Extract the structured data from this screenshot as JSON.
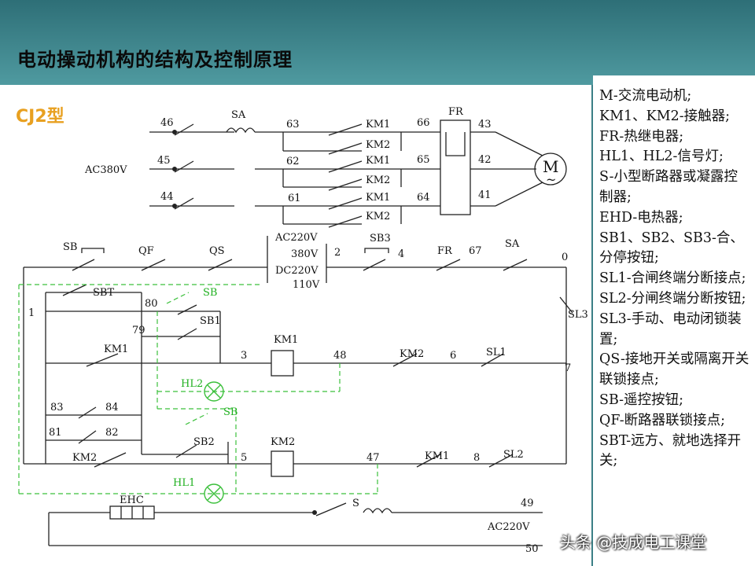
{
  "slide_title": "电动操动机构的结构及控制原理",
  "model_label": "CJ2型",
  "legend_lines": [
    "M-交流电动机;",
    "KM1、KM2-接触器;",
    "FR-热继电器;",
    "HL1、HL2-信号灯;",
    "S-小型断路器或凝露控制器;",
    "EHD-电热器;",
    "SB1、SB2、SB3-合、分停按钮;",
    "SL1-合闸终端分断接点;",
    "SL2-分闸终端分断按钮;",
    "SL3-手动、电动闭锁装置;",
    "QS-接地开关或隔离开关联锁接点;",
    "SB-遥控按钮;",
    "QF-断路器联锁接点;",
    "SBT-远方、就地选择开关;"
  ],
  "watermark": "头条 @技成电工课堂",
  "diagram": {
    "n46": "46",
    "n45": "45",
    "n44": "44",
    "ac380": "AC380V",
    "sa_top": "SA",
    "n63": "63",
    "n62": "62",
    "n61": "61",
    "km1_a": "KM1",
    "km2_a": "KM2",
    "km1_b": "KM1",
    "km2_b": "KM2",
    "km1_c": "KM1",
    "km2_c": "KM2",
    "n66": "66",
    "n65": "65",
    "n64": "64",
    "fr_top": "FR",
    "n43": "43",
    "n42": "42",
    "n41": "41",
    "motor": "M",
    "motor_tilde": "~",
    "sb": "SB",
    "qf": "QF",
    "qs": "QS",
    "ac220": "AC220V",
    "v380": "380V",
    "dc220": "DC220V",
    "v110": "110V",
    "n2": "2",
    "sb3": "SB3",
    "n4": "4",
    "fr_mid": "FR",
    "n67": "67",
    "sa_mid": "SA",
    "n0": "0",
    "sbt": "SBT",
    "n80": "80",
    "sb_green": "SB",
    "n1": "1",
    "sb1": "SB1",
    "n79": "79",
    "sl3": "SL3",
    "km1_ctl": "KM1",
    "n3": "3",
    "km1_coil": "KM1",
    "n48": "48",
    "km2_int": "KM2",
    "n6": "6",
    "sl1": "SL1",
    "n7": "7",
    "hl2": "HL2",
    "sb_green2": "SB",
    "n83": "83",
    "n84": "84",
    "n81": "81",
    "n82": "82",
    "sb2": "SB2",
    "km2_ctl": "KM2",
    "n5": "5",
    "km2_coil": "KM2",
    "n47": "47",
    "km1_int": "KM1",
    "n8": "8",
    "sl2": "SL2",
    "hl1": "HL1",
    "ehc": "EHC",
    "s": "S",
    "n49": "49",
    "ac220b": "AC220V",
    "n50": "50"
  }
}
